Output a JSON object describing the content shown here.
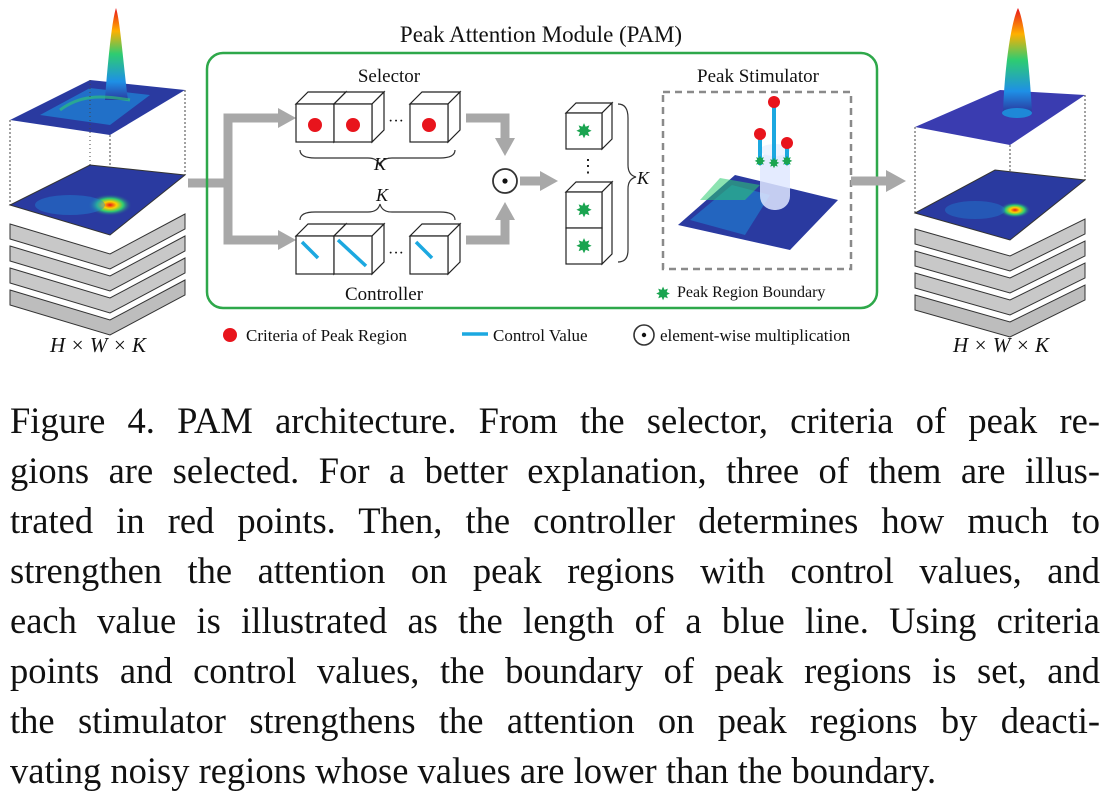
{
  "figure": {
    "module_title": "Peak Attention Module (PAM)",
    "selector_label": "Selector",
    "controller_label": "Controller",
    "stimulator_label": "Peak Stimulator",
    "k_label": "K",
    "ellipsis": "···",
    "vertical_ellipsis": "⋮",
    "input_dims": "H × W × K",
    "output_dims": "H × W × K",
    "legend": {
      "criteria": "Criteria of Peak Region",
      "control_value": "Control Value",
      "multiplication": "element-wise multiplication",
      "boundary": "Peak Region Boundary"
    },
    "colors": {
      "module_border": "#2ea84a",
      "arrow": "#a8a8a8",
      "criteria_point": "#e8141c",
      "control_line": "#1ca8e0",
      "boundary_star": "#1aa450",
      "map_blue": "#2a3aa0"
    }
  },
  "caption": {
    "lines": [
      "Figure 4. PAM architecture. From the selector, criteria of peak re-",
      "gions are selected. For a better explanation, three of them are illus-",
      "trated in red points. Then, the controller determines how much to",
      "strengthen the attention on peak regions with control values, and",
      "each value is illustrated as the length of a blue line. Using criteria",
      "points and control values, the boundary of peak regions is set, and",
      "the stimulator strengthens the attention on peak regions by deacti-",
      "vating noisy regions whose values are lower than the boundary."
    ]
  }
}
